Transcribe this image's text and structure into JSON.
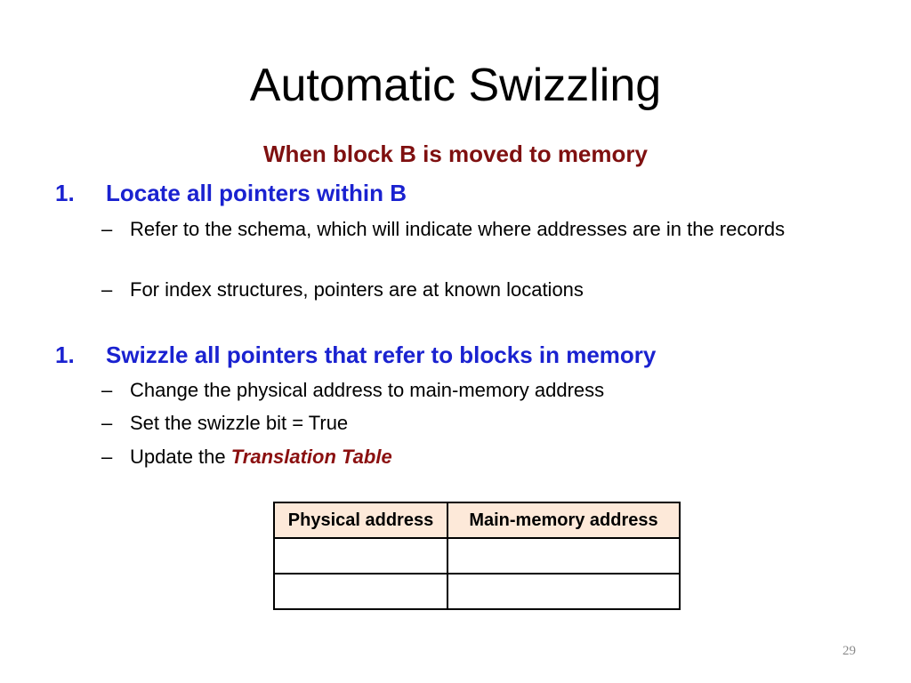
{
  "slide": {
    "title": "Automatic Swizzling",
    "subtitle": "When block B is moved to memory",
    "sections": [
      {
        "number": "1.",
        "heading": "Locate all pointers within B",
        "bullets": [
          "Refer to the schema, which will indicate where addresses are in the records",
          "For index structures, pointers are at known locations"
        ]
      },
      {
        "number": "1.",
        "heading": "Swizzle all pointers that refer to blocks in memory",
        "bullets": [
          "Change the physical address to main-memory address",
          "Set the swizzle bit = True",
          "Update the "
        ],
        "emphasis": "Translation Table"
      }
    ],
    "dash": "–",
    "table": {
      "headers": [
        "Physical address",
        "Main-memory address"
      ],
      "rows": [
        [
          "",
          ""
        ],
        [
          "",
          ""
        ]
      ],
      "header_bg": "#fde9d9"
    },
    "page_number": "29"
  },
  "colors": {
    "subtitle": "#7f1010",
    "heading": "#1a22d0",
    "emphasis": "#8b1010",
    "page_number": "#8a8a8a"
  }
}
